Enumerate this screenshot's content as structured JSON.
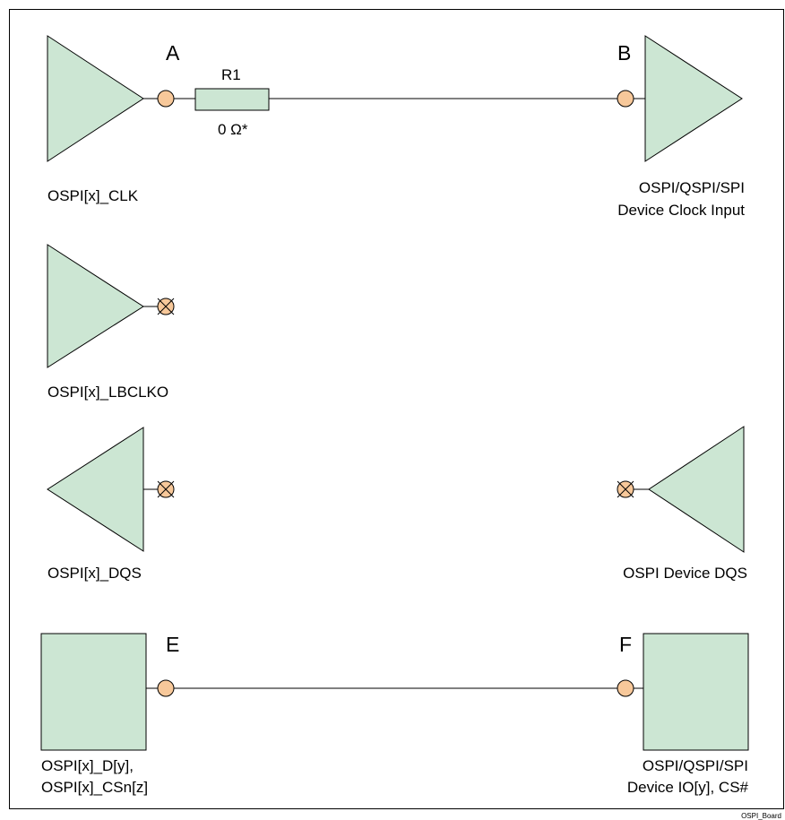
{
  "points": {
    "a": "A",
    "b": "B",
    "e": "E",
    "f": "F"
  },
  "resistor": {
    "ref": "R1",
    "value": "0 Ω*"
  },
  "labels": {
    "clk": "OSPI[x]_CLK",
    "device_clk_line1": "OSPI/QSPI/SPI",
    "device_clk_line2": "Device Clock Input",
    "lbclko": "OSPI[x]_LBCLKO",
    "dqs": "OSPI[x]_DQS",
    "device_dqs": "OSPI Device DQS",
    "data_line1": "OSPI[x]_D[y],",
    "data_line2": "OSPI[x]_CSn[z]",
    "device_io_line1": "OSPI/QSPI/SPI",
    "device_io_line2": "Device IO[y], CS#"
  },
  "figure_tag": "OSPI_Board",
  "colors": {
    "component_fill": "#cce6d3",
    "pad_fill": "#f7c89a"
  }
}
